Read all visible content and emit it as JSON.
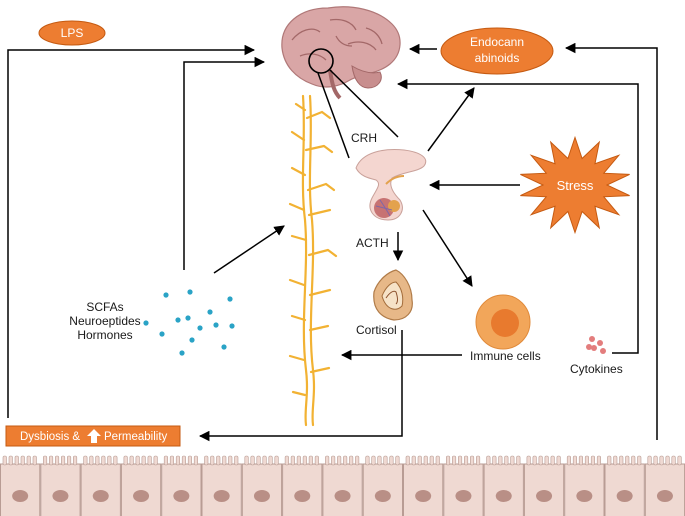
{
  "nodes": {
    "lps": "LPS",
    "endocannabinoids_line1": "Endocann",
    "endocannabinoids_line2": "abinoids",
    "crh": "CRH",
    "acth": "ACTH",
    "stress": "Stress",
    "cortisol": "Cortisol",
    "immune_cells": "Immune cells",
    "cytokines": "Cytokines",
    "scfas": "SCFAs",
    "neuroeptides": "Neuroeptides",
    "hormones": "Hormones",
    "dysbiosis_prefix": "Dysbiosis &",
    "dysbiosis_suffix": "Permeability"
  },
  "colors": {
    "orange": "#ED7D31",
    "orange_stroke": "#C55A11",
    "vagus": "#F2B233",
    "metabolite_dots": "#2AA3C6",
    "epithelium_fill": "#EFD9D2",
    "epithelium_nucleus": "#B98F86",
    "immune_outer": "#F2A65A",
    "immune_inner": "#E87A2E",
    "cytokine": "#E37D7D",
    "brain": "#D9A6A6",
    "adrenal": "#E7B888"
  },
  "icons": [
    "brain-icon",
    "pituitary-icon",
    "adrenal-gland-icon",
    "immune-cell-icon",
    "cytokine-icon",
    "vagus-nerve-icon",
    "intestinal-epithelium-icon",
    "up-arrow-icon"
  ]
}
